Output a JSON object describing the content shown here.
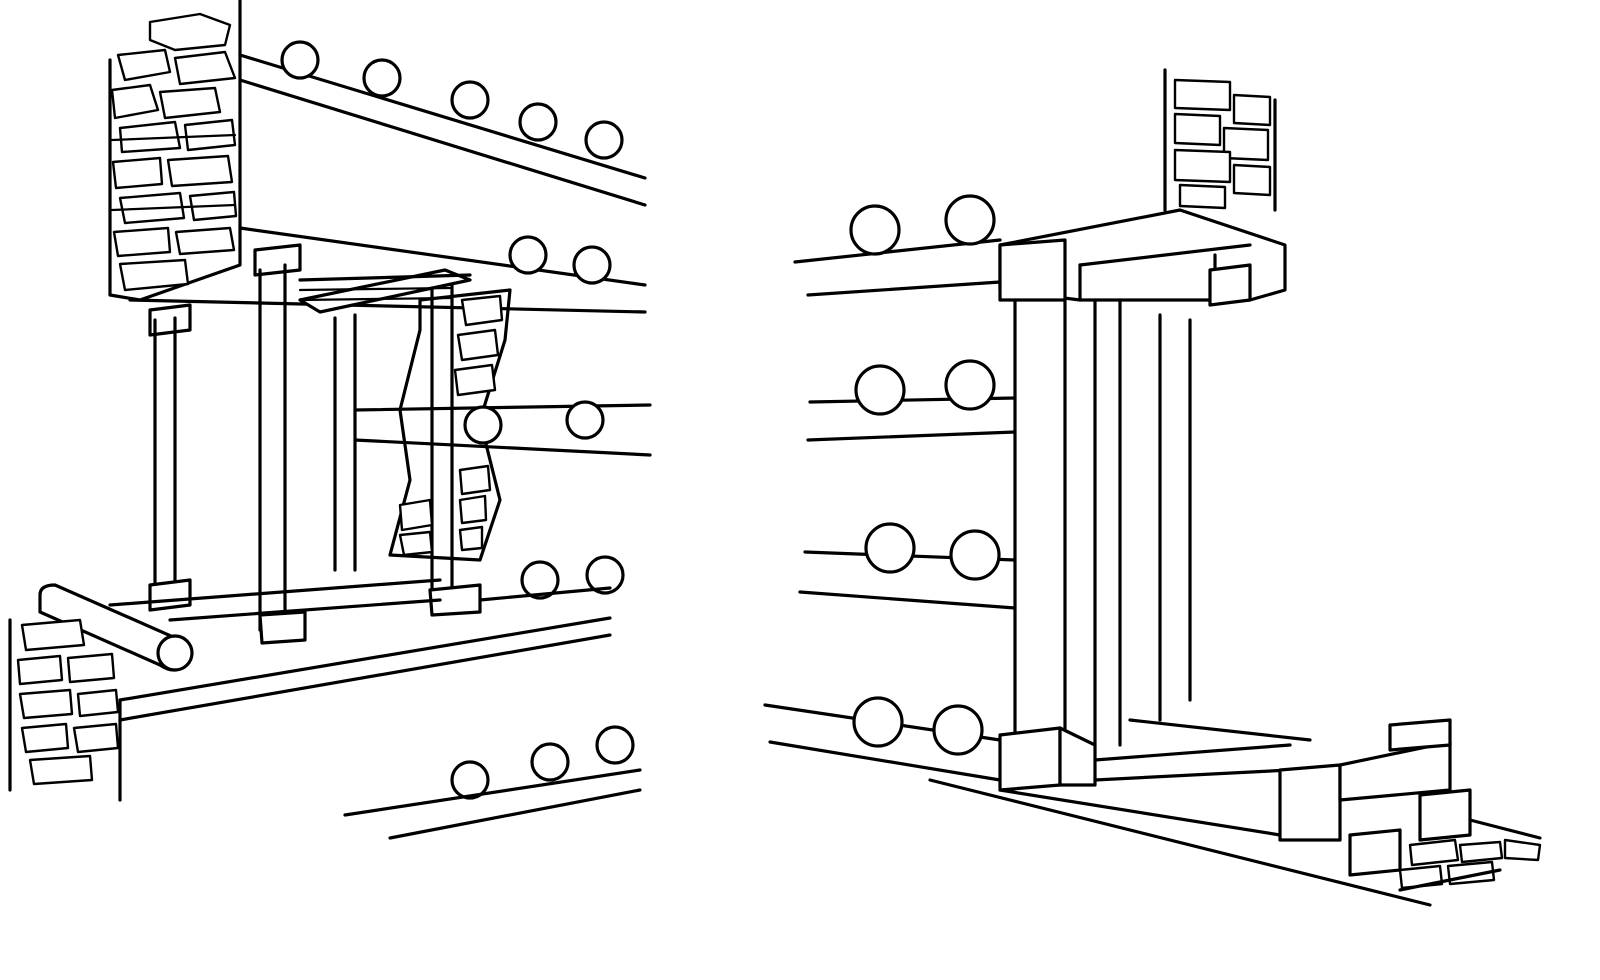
{
  "figure": {
    "background": "#ffffff",
    "ink_color": "#000000",
    "panels": [
      {
        "id": "left",
        "subject": "timber-frame-with-rubble-masonry-walls"
      },
      {
        "id": "right",
        "subject": "pier-with-squared-ashlar-and-beam-ends"
      }
    ]
  }
}
